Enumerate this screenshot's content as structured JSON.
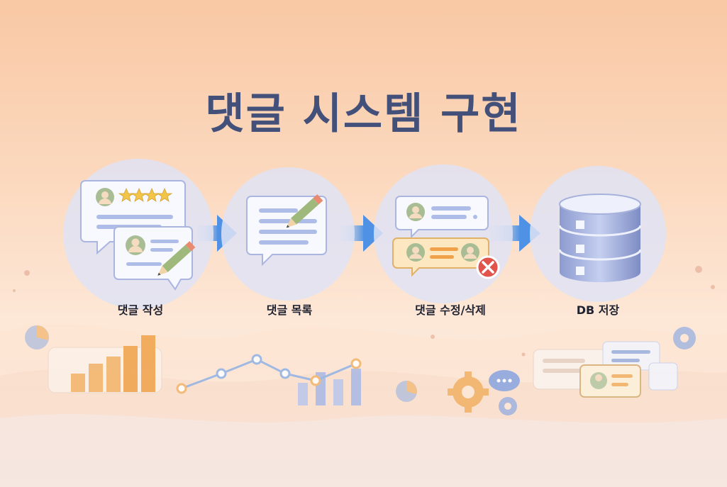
{
  "title": "댓글 시스템 구현",
  "steps": [
    {
      "label": "댓글 작성",
      "icon": "comment-write-icon"
    },
    {
      "label": "댓글 목록",
      "icon": "comment-list-icon"
    },
    {
      "label": "댓글 수정/삭제",
      "icon": "comment-edit-delete-icon"
    },
    {
      "label": "DB 저장",
      "icon": "database-icon"
    }
  ],
  "colors": {
    "title": "#43507a",
    "arrow": "#5b9be6",
    "circle": "#dfe3f4",
    "accent_orange": "#f0a24a"
  }
}
